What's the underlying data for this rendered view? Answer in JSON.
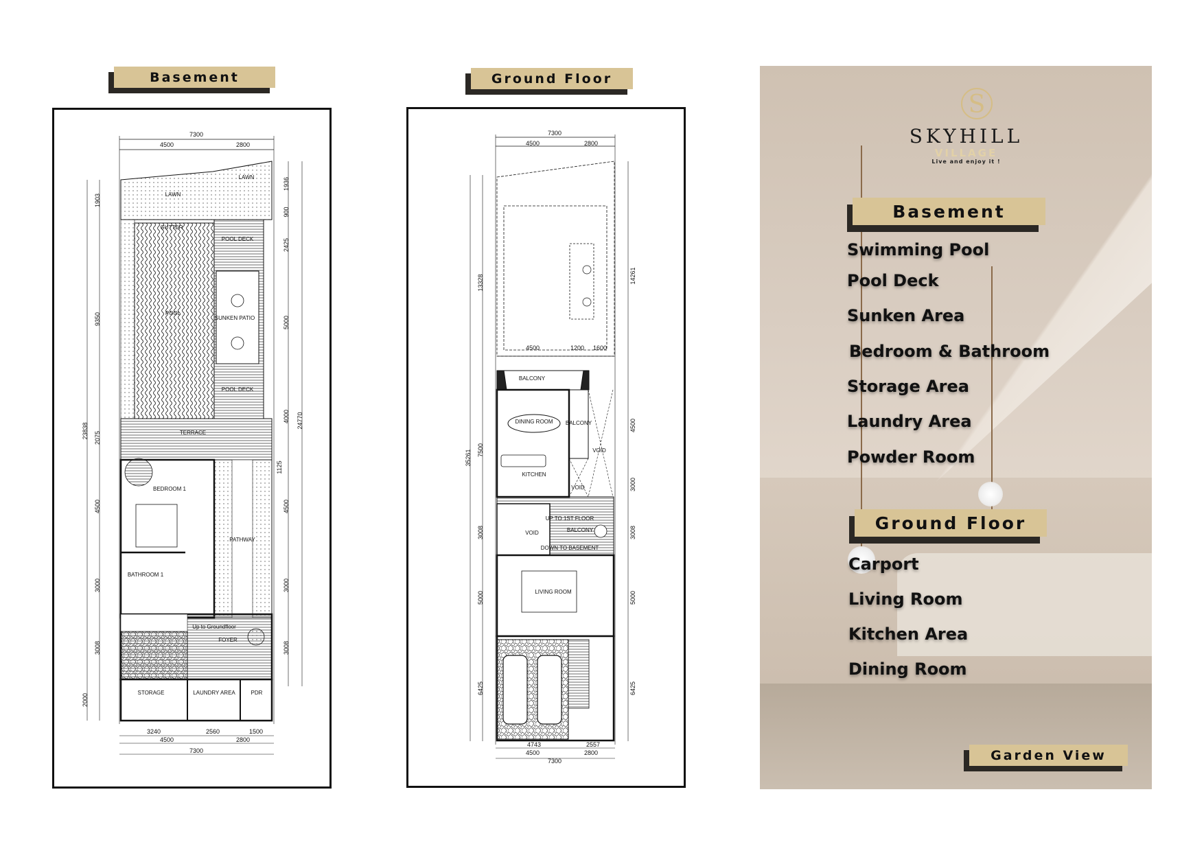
{
  "basement_plan": {
    "title": "Basement",
    "rooms": {
      "lawn_left": "LAWN",
      "lawn_right": "LAWN",
      "gutter": "GUTTER",
      "pool_deck_1": "POOL DECK",
      "pool": "POOL",
      "sunken_patio": "SUNKEN PATIO",
      "pool_deck_2": "POOL DECK",
      "terrace": "TERRACE",
      "bedroom": "BEDROOM 1",
      "pathway": "PATHWAY",
      "bathroom": "BATHROOM 1",
      "up": "Up to Groundfloor",
      "foyer": "FOYER",
      "storage": "STORAGE",
      "laundry": "LAUNDRY AREA",
      "pdr": "PDR"
    },
    "dims": {
      "top_total": "7300",
      "top_a": "4500",
      "top_b": "2800",
      "bot_a": "3240",
      "bot_b": "2560",
      "bot_c": "1500",
      "bot_d": "4500",
      "bot_e": "2800",
      "bot_total": "7300",
      "l1": "1903",
      "l2": "9350",
      "l3": "23838",
      "l4": "2075",
      "l5": "4500",
      "l6": "3000",
      "l7": "3008",
      "l8": "2000",
      "r1": "1936",
      "r2": "900",
      "r3": "2425",
      "r4": "5000",
      "r5": "4000",
      "r6": "24770",
      "r7": "1125",
      "r8": "4500",
      "r9": "3000",
      "r10": "3008"
    }
  },
  "ground_plan": {
    "title": "Ground Floor",
    "rooms": {
      "balcony_1": "BALCONY",
      "dining": "DINING ROOM",
      "balcony_2": "BALCONY",
      "kitchen": "KITCHEN",
      "void_1": "VOID",
      "void_2": "VOID",
      "void_3": "VOID",
      "up": "UP TO 1ST FLOOR",
      "balcony_3": "BALCONY",
      "down": "DOWN TO BASEMENT",
      "living": "LIVING ROOM"
    },
    "dims": {
      "top_total": "7300",
      "top_a": "4500",
      "top_b": "2800",
      "mid_a": "4500",
      "mid_b": "1200",
      "mid_c": "1600",
      "bot_a": "4743",
      "bot_b": "2557",
      "bot_c": "4500",
      "bot_d": "2800",
      "bot_total": "7300",
      "l1": "13328",
      "l2": "35261",
      "l3": "7500",
      "l4": "3008",
      "l5": "5000",
      "l6": "6425",
      "r1": "14261",
      "r2": "4500",
      "r3": "3000",
      "r4": "3008",
      "r5": "5000",
      "r6": "6425"
    }
  },
  "panel": {
    "logo": {
      "name": "SKYHILL",
      "sub": "VILLAGE",
      "tagline": "Live and enjoy it !"
    },
    "basement": {
      "title": "Basement",
      "items": [
        "Swimming Pool",
        "Pool Deck",
        "Sunken Area",
        "Bedroom & Bathroom",
        "Storage Area",
        "Laundry Area",
        "Powder Room"
      ]
    },
    "ground_floor": {
      "title": "Ground Floor",
      "items": [
        "Carport",
        "Living Room",
        "Kitchen Area",
        "Dining Room"
      ]
    },
    "footer_tag": "Garden View"
  },
  "colors": {
    "tag": "#d8c496",
    "tag_shadow": "#2b2824",
    "logo_gold": "#d5bd85"
  }
}
